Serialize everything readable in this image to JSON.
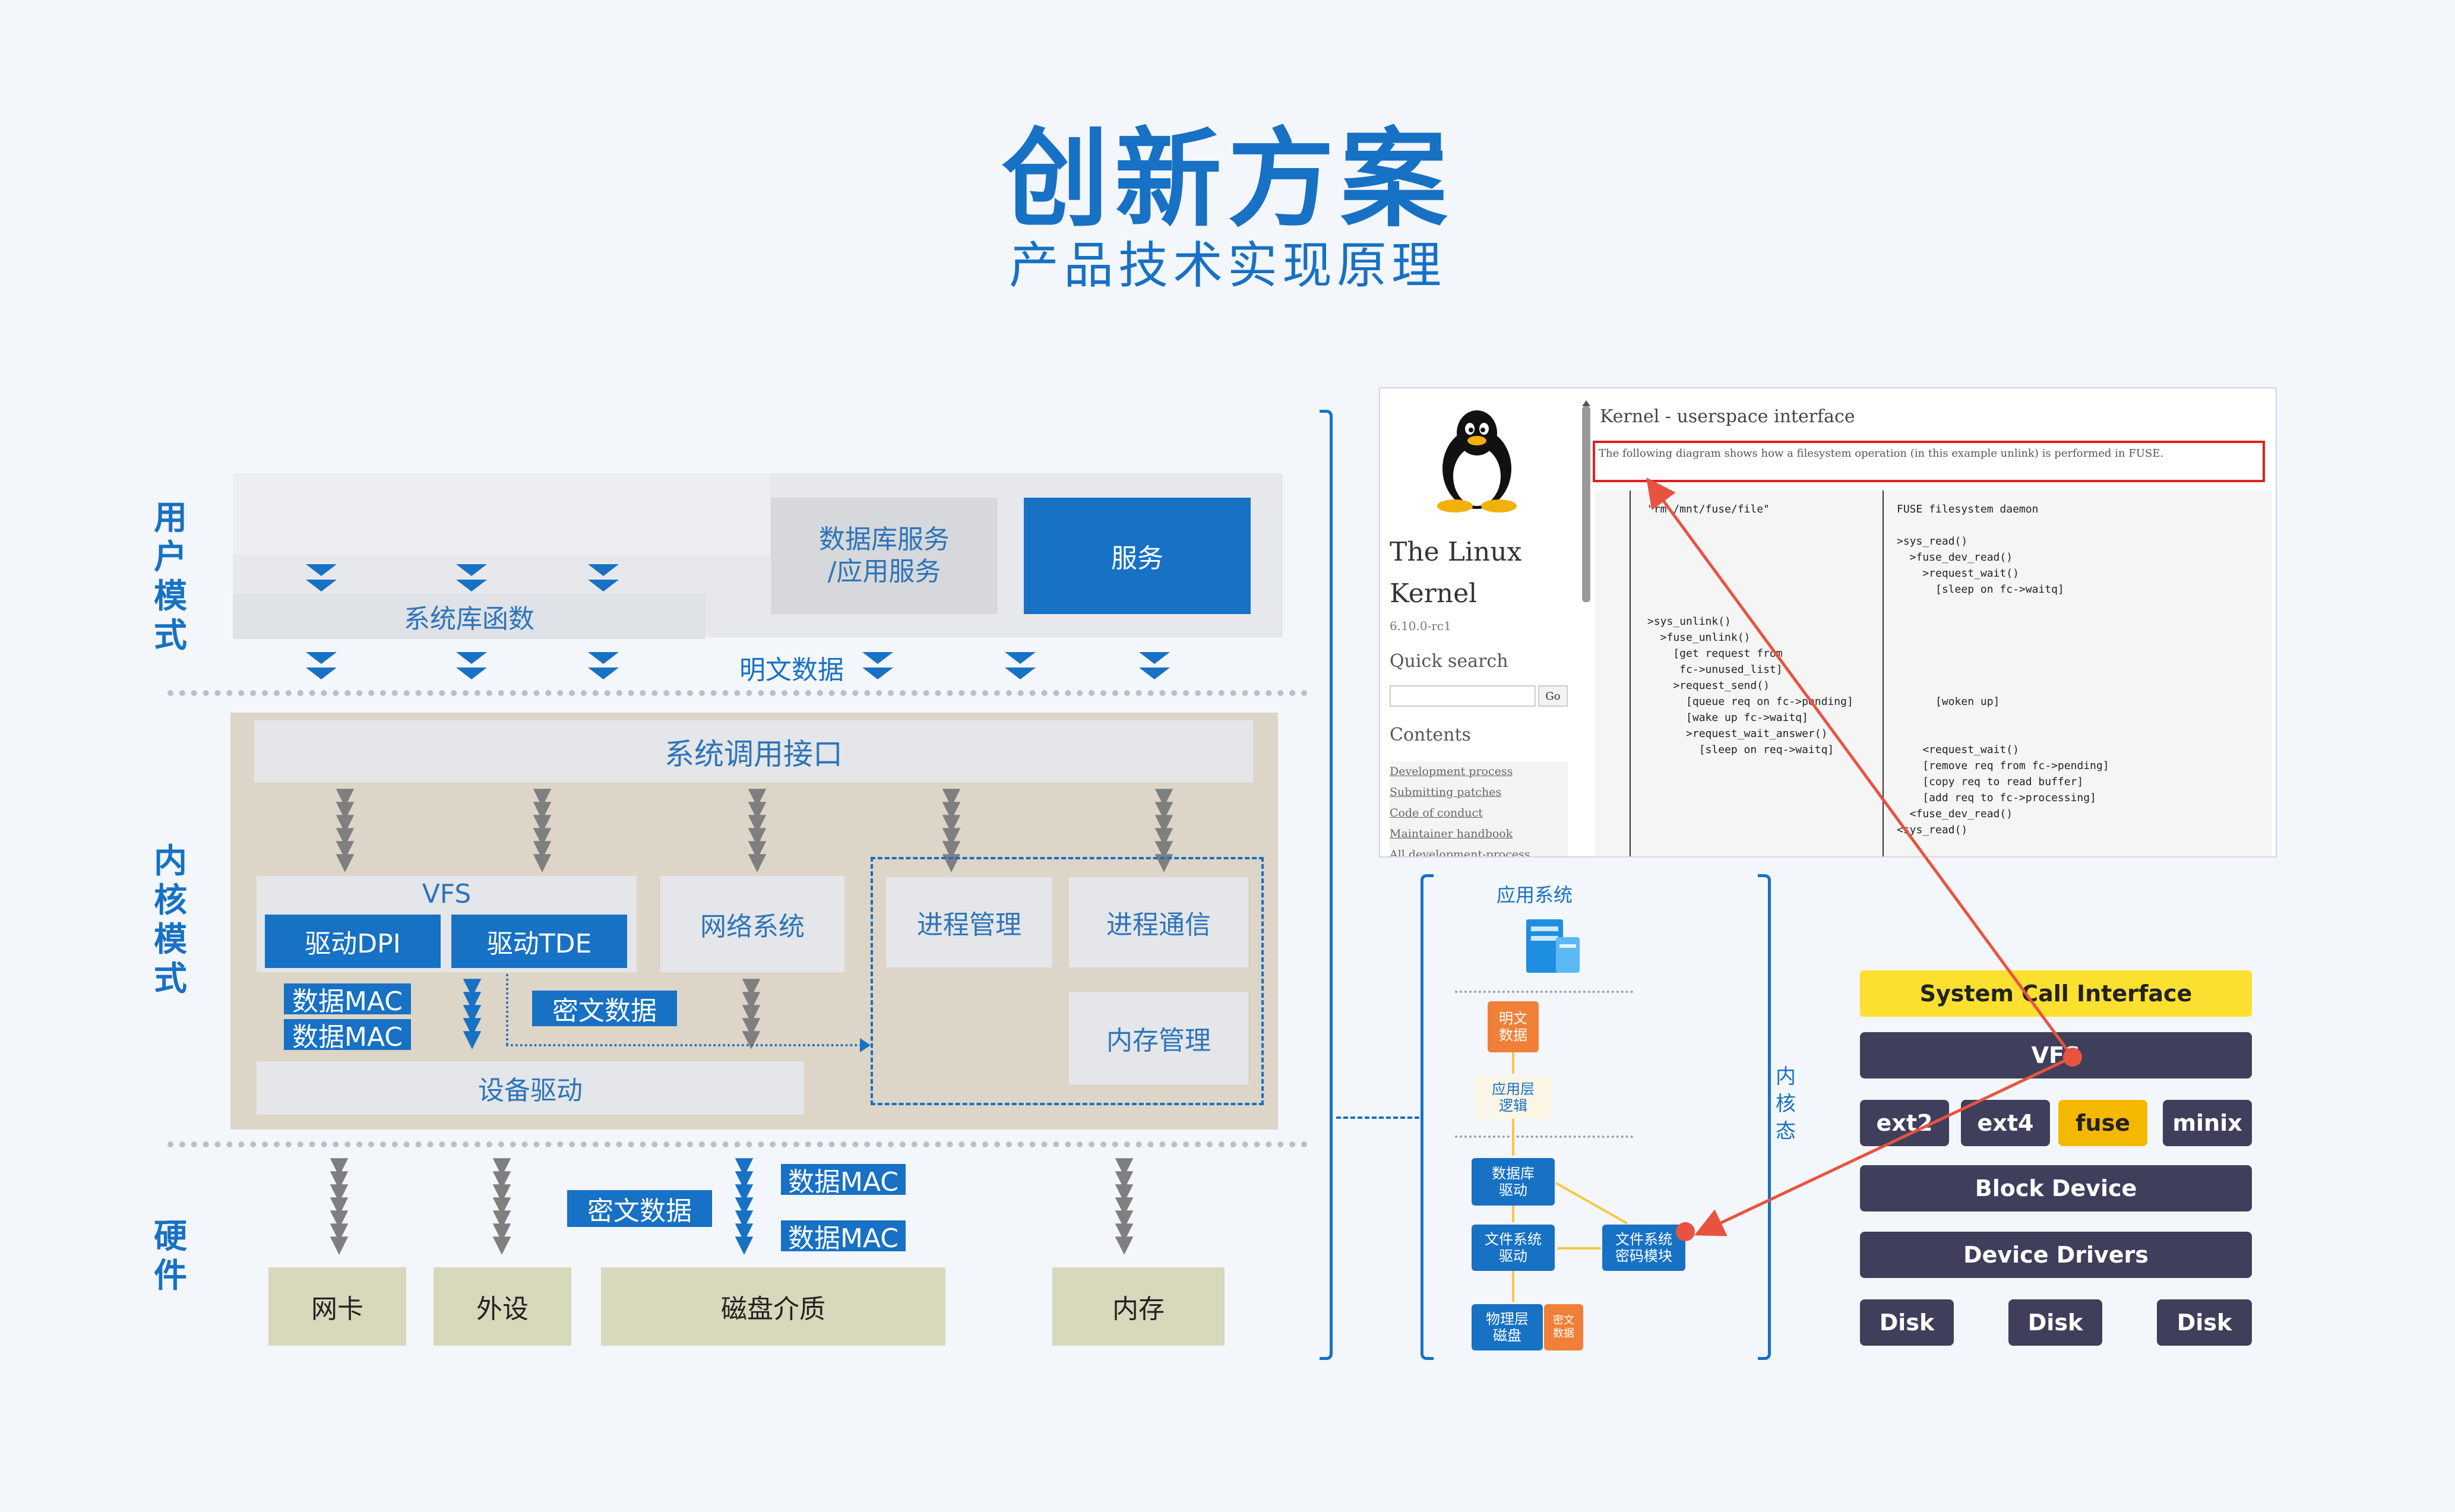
{
  "header": {
    "title": "创新方案",
    "subtitle": "产品技术实现原理"
  },
  "layers": {
    "user": "用户模式",
    "kernel": "内核模式",
    "hardware": "硬件"
  },
  "user_mode": {
    "syslib": "系统库函数",
    "db_service": "数据库服务\n/应用服务",
    "service": "服务",
    "plaintext": "明文数据"
  },
  "kernel_mode": {
    "syscall": "系统调用接口",
    "vfs": "VFS",
    "driver_dpi": "驱动DPI",
    "driver_tde": "驱动TDE",
    "network": "网络系统",
    "process_mgmt": "进程管理",
    "process_comm": "进程通信",
    "memory_mgmt": "内存管理",
    "mac1": "数据MAC",
    "mac2": "数据MAC",
    "cipher": "密文数据",
    "device_driver": "设备驱动"
  },
  "hardware": {
    "nic": "网卡",
    "peripheral": "外设",
    "disk": "磁盘介质",
    "memory": "内存",
    "cipher": "密文数据",
    "mac1": "数据MAC",
    "mac2": "数据MAC"
  },
  "kernel_doc": {
    "project": "The Linux",
    "project2": "Kernel",
    "version": "6.10.0-rc1",
    "quick_search": "Quick search",
    "go": "Go",
    "contents": "Contents",
    "links": [
      "Development process",
      "Submitting patches",
      "Code of conduct",
      "Maintainer handbook",
      "All development-process"
    ],
    "heading": "Kernel - userspace interface",
    "highlight": "The following diagram shows how a filesystem operation (in this example unlink) is performed in FUSE.",
    "code_left": "\"rm /mnt/fuse/file\"\n\n\n\n\n\n\n>sys_unlink()\n  >fuse_unlink()\n    [get request from\n     fc->unused_list]\n    >request_send()\n      [queue req on fc->pending]\n      [wake up fc->waitq]\n      >request_wait_answer()\n        [sleep on req->waitq]",
    "code_right": "FUSE filesystem daemon\n\n>sys_read()\n  >fuse_dev_read()\n    >request_wait()\n      [sleep on fc->waitq]\n\n\n\n\n\n\n      [woken up]\n\n\n    <request_wait()\n    [remove req from fc->pending]\n    [copy req to read buffer]\n    [add req to fc->processing]\n  <fuse_dev_read()\n<sys_read()"
  },
  "app_flow": {
    "app_system": "应用系统",
    "plain": "明文\n数据",
    "app_logic": "应用层\n逻辑",
    "db_driver": "数据库\n驱动",
    "fs_driver": "文件系统\n驱动",
    "fs_crypto": "文件系统\n密码模块",
    "phys_disk": "物理层\n磁盘",
    "cipher": "密文\n数据",
    "kernel_state": "内核态"
  },
  "kernel_stack": {
    "sci": "System Call Interface",
    "vfs": "VFS",
    "fs": [
      "ext2",
      "ext4",
      "fuse",
      "minix"
    ],
    "block": "Block Device",
    "drivers": "Device Drivers",
    "disks": [
      "Disk",
      "Disk",
      "Disk"
    ]
  },
  "colors": {
    "accent": "#1771c4",
    "sci": "#fbe02f",
    "fuse": "#f5b800",
    "dark": "#3f3f5c",
    "arrow_red": "#e8533f"
  }
}
